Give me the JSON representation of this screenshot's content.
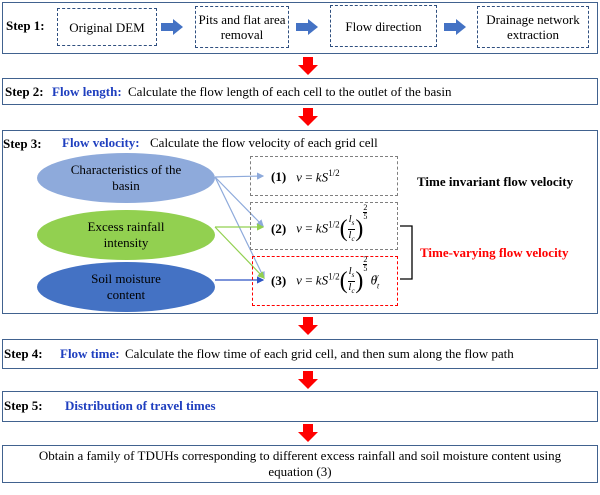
{
  "step1": {
    "label": "Step 1:",
    "boxes": [
      "Original DEM",
      "Pits and flat area removal",
      "Flow direction",
      "Drainage network extraction"
    ]
  },
  "step2": {
    "label": "Step 2:",
    "title": "Flow length:",
    "description": "Calculate the flow length of each cell to the outlet of the basin"
  },
  "step3": {
    "label": "Step 3:",
    "title": "Flow velocity:",
    "description": "Calculate the flow velocity of each grid cell",
    "inputs": [
      {
        "label": "Characteristics of the basin",
        "color": "#8eaadb"
      },
      {
        "label": "Excess rainfall intensity",
        "color": "#92d050"
      },
      {
        "label": "Soil moisture content",
        "color": "#4472c4"
      }
    ],
    "equations": [
      {
        "number": "(1)",
        "lhs": "v",
        "text": "v = kS^(1/2)"
      },
      {
        "number": "(2)",
        "lhs": "v",
        "text": "v = kS^(1/2) (l_s/l_c)^(2/5)"
      },
      {
        "number": "(3)",
        "lhs": "v",
        "text": "v = kS^(1/2) (l_s/l_c)^(2/5) θ_t^γ"
      }
    ],
    "label_invariant": "Time invariant flow velocity",
    "label_varying": "Time-varying flow velocity"
  },
  "step4": {
    "label": "Step 4:",
    "title": "Flow time:",
    "description": "Calculate the flow time of each grid cell, and then sum along the flow path"
  },
  "step5": {
    "label": "Step 5:",
    "title": "Distribution of travel times"
  },
  "final": {
    "line1": "Obtain a family of TDUHs corresponding to different excess rainfall and soil moisture content using",
    "line2": "equation (3)"
  },
  "colors": {
    "box_border": "#41628f",
    "title_blue": "#1f3fbf",
    "arrow_blue": "#4472c4",
    "arrow_red": "#ff0000",
    "varying_red": "#ff0000"
  }
}
